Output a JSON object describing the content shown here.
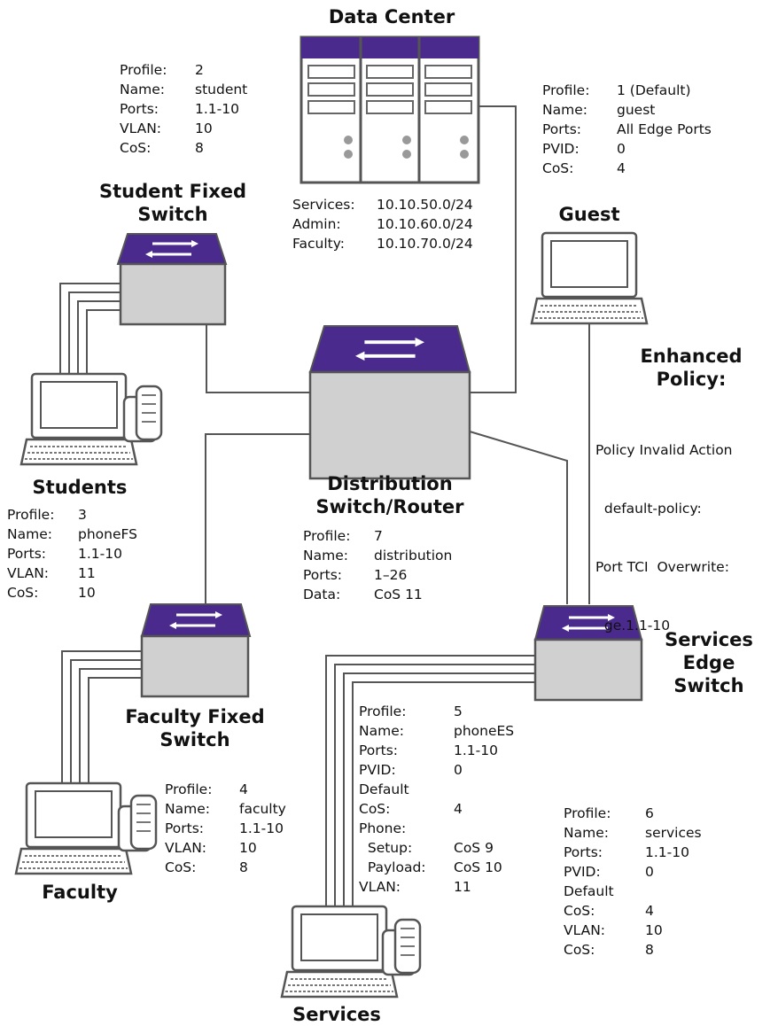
{
  "titles": {
    "data_center": "Data Center",
    "student_switch": [
      "Student Fixed",
      "Switch"
    ],
    "guest": "Guest",
    "enhanced_policy": [
      "Enhanced",
      "Policy:"
    ],
    "students": "Students",
    "distribution": [
      "Distribution",
      "Switch/Router"
    ],
    "faculty_switch": [
      "Faculty Fixed",
      "Switch"
    ],
    "services_edge": [
      "Services",
      "Edge",
      "Switch"
    ],
    "faculty": "Faculty",
    "services": "Services"
  },
  "profiles": {
    "student": [
      [
        "Profile:",
        "2"
      ],
      [
        "Name:",
        "student"
      ],
      [
        "Ports:",
        "1.1-10"
      ],
      [
        "VLAN:",
        "10"
      ],
      [
        "CoS:",
        "8"
      ]
    ],
    "guest": [
      [
        "Profile:",
        "1 (Default)"
      ],
      [
        "Name:",
        "guest"
      ],
      [
        "Ports:",
        "All Edge Ports"
      ],
      [
        "PVID:",
        "0"
      ],
      [
        "CoS:",
        "4"
      ]
    ],
    "subnets": [
      [
        "Services:",
        "10.10.50.0/24"
      ],
      [
        "Admin:",
        "10.10.60.0/24"
      ],
      [
        "Faculty:",
        "10.10.70.0/24"
      ]
    ],
    "phoneFS": [
      [
        "Profile:",
        "3"
      ],
      [
        "Name:",
        "phoneFS"
      ],
      [
        "Ports:",
        "1.1-10"
      ],
      [
        "VLAN:",
        "11"
      ],
      [
        "CoS:",
        "10"
      ]
    ],
    "distribution": [
      [
        "Profile:",
        "7"
      ],
      [
        "Name:",
        "distribution"
      ],
      [
        "Ports:",
        "1–26"
      ],
      [
        "Data:",
        "CoS 11"
      ]
    ],
    "faculty": [
      [
        "Profile:",
        "4"
      ],
      [
        "Name:",
        "faculty"
      ],
      [
        "Ports:",
        "1.1-10"
      ],
      [
        "VLAN:",
        "10"
      ],
      [
        "CoS:",
        "8"
      ]
    ],
    "phoneES": [
      [
        "Profile:",
        "5"
      ],
      [
        "Name:",
        "phoneES"
      ],
      [
        "Ports:",
        "1.1-10"
      ],
      [
        "PVID:",
        "0"
      ],
      [
        "Default",
        ""
      ],
      [
        "CoS:",
        "4"
      ],
      [
        "Phone:",
        ""
      ],
      [
        "  Setup:",
        "CoS 9"
      ],
      [
        "  Payload:",
        "CoS 10"
      ],
      [
        "VLAN:",
        "11"
      ]
    ],
    "services": [
      [
        "Profile:",
        "6"
      ],
      [
        "Name:",
        "services"
      ],
      [
        "Ports:",
        "1.1-10"
      ],
      [
        "PVID:",
        "0"
      ],
      [
        "Default",
        ""
      ],
      [
        "CoS:",
        "4"
      ],
      [
        "VLAN:",
        "10"
      ],
      [
        "CoS:",
        "8"
      ]
    ]
  },
  "enhanced_policy_lines": [
    "Policy Invalid Action",
    "  default-policy:",
    "Port TCI  Overwrite:",
    "  ge.1.1-10"
  ],
  "colors": {
    "switch_top": "#4a2a8c",
    "switch_body": "#d0d0d0",
    "line": "#555555"
  }
}
